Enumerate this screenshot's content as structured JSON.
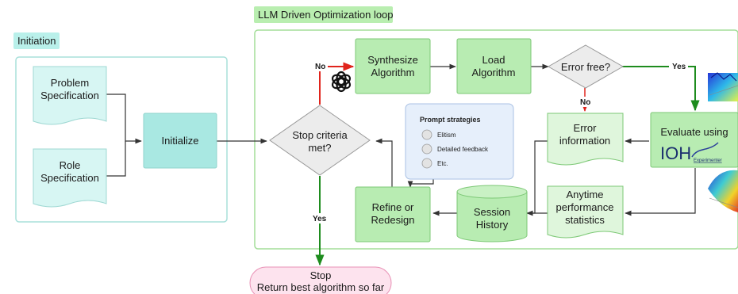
{
  "sections": {
    "initiation": "Initiation",
    "loop": "LLM Driven Optimization loop"
  },
  "nodes": {
    "problem_spec": [
      "Problem",
      "Specification"
    ],
    "role_spec": [
      "Role",
      "Specification"
    ],
    "initialize": "Initialize",
    "stop_criteria": [
      "Stop criteria",
      "met?"
    ],
    "synthesize": [
      "Synthesize",
      "Algorithm"
    ],
    "load": [
      "Load",
      "Algorithm"
    ],
    "error_free": "Error free?",
    "evaluate": "Evaluate using",
    "evaluate_logo": "IOH",
    "evaluate_logo_sub": "Experimenter",
    "error_info": [
      "Error",
      "information"
    ],
    "anytime": [
      "Anytime",
      "performance",
      "statistics"
    ],
    "session_history": [
      "Session",
      "History"
    ],
    "refine": [
      "Refine or",
      "Redesign"
    ],
    "stop": [
      "Stop",
      "Return best algorithm so far"
    ]
  },
  "prompt_strategies": {
    "title": "Prompt strategies",
    "items": [
      "Elitism",
      "Detailed feedback",
      "Etc."
    ]
  },
  "edge_labels": {
    "no_stop": "No",
    "yes_stop": "Yes",
    "yes_error": "Yes",
    "no_error": "No"
  },
  "colors": {
    "section_init_bg": "#b9f0ea",
    "section_loop_bg": "#b9eeb0",
    "init_shape_fill": "#d7f6f3",
    "init_shape_stroke": "#9fd8d3",
    "initialize_fill": "#a9e8e2",
    "green_fill": "#b8ecb2",
    "green_light": "#dff6dc",
    "green_stroke": "#7dc876",
    "decision_fill": "#ececec",
    "prompt_box_fill": "#e6effb",
    "prompt_box_stroke": "#a9c1e4",
    "stop_fill": "#fde3ee",
    "stop_stroke": "#e890b5",
    "red_arrow": "#e0241c",
    "green_arrow": "#1e8c1e",
    "dark_line": "#333333"
  },
  "icons": [
    "openai-logo-icon",
    "surface-plot-icon-1",
    "surface-plot-icon-2",
    "radio-circle-icon"
  ]
}
